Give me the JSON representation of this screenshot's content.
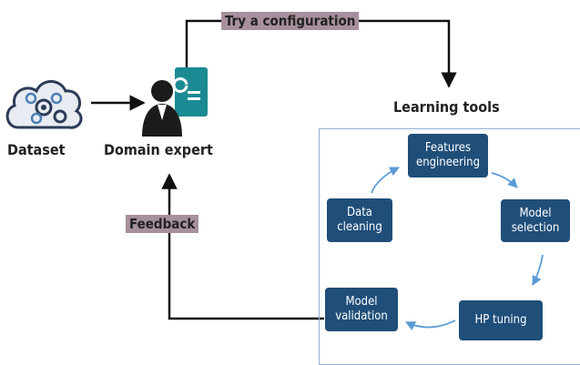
{
  "labels": {
    "dataset": "Dataset",
    "domain_expert": "Domain expert",
    "learning_tools": "Learning tools",
    "try_configuration": "Try a configuration",
    "feedback": "Feedback"
  },
  "cycle": {
    "features_engineering": "Features engineering",
    "model_selection": "Model selection",
    "hp_tuning": "HP tuning",
    "model_validation": "Model validation",
    "data_cleaning": "Data cleaning"
  },
  "icons": [
    "cloud-gears-icon",
    "expert-presentation-icon"
  ],
  "colors": {
    "box": "#1f4e79",
    "tag": "#a7909d",
    "frame": "#8fb1d4",
    "arrow": "#111111",
    "cycle_arrow": "#5b9bd5",
    "icon_teal": "#1b8a92"
  }
}
